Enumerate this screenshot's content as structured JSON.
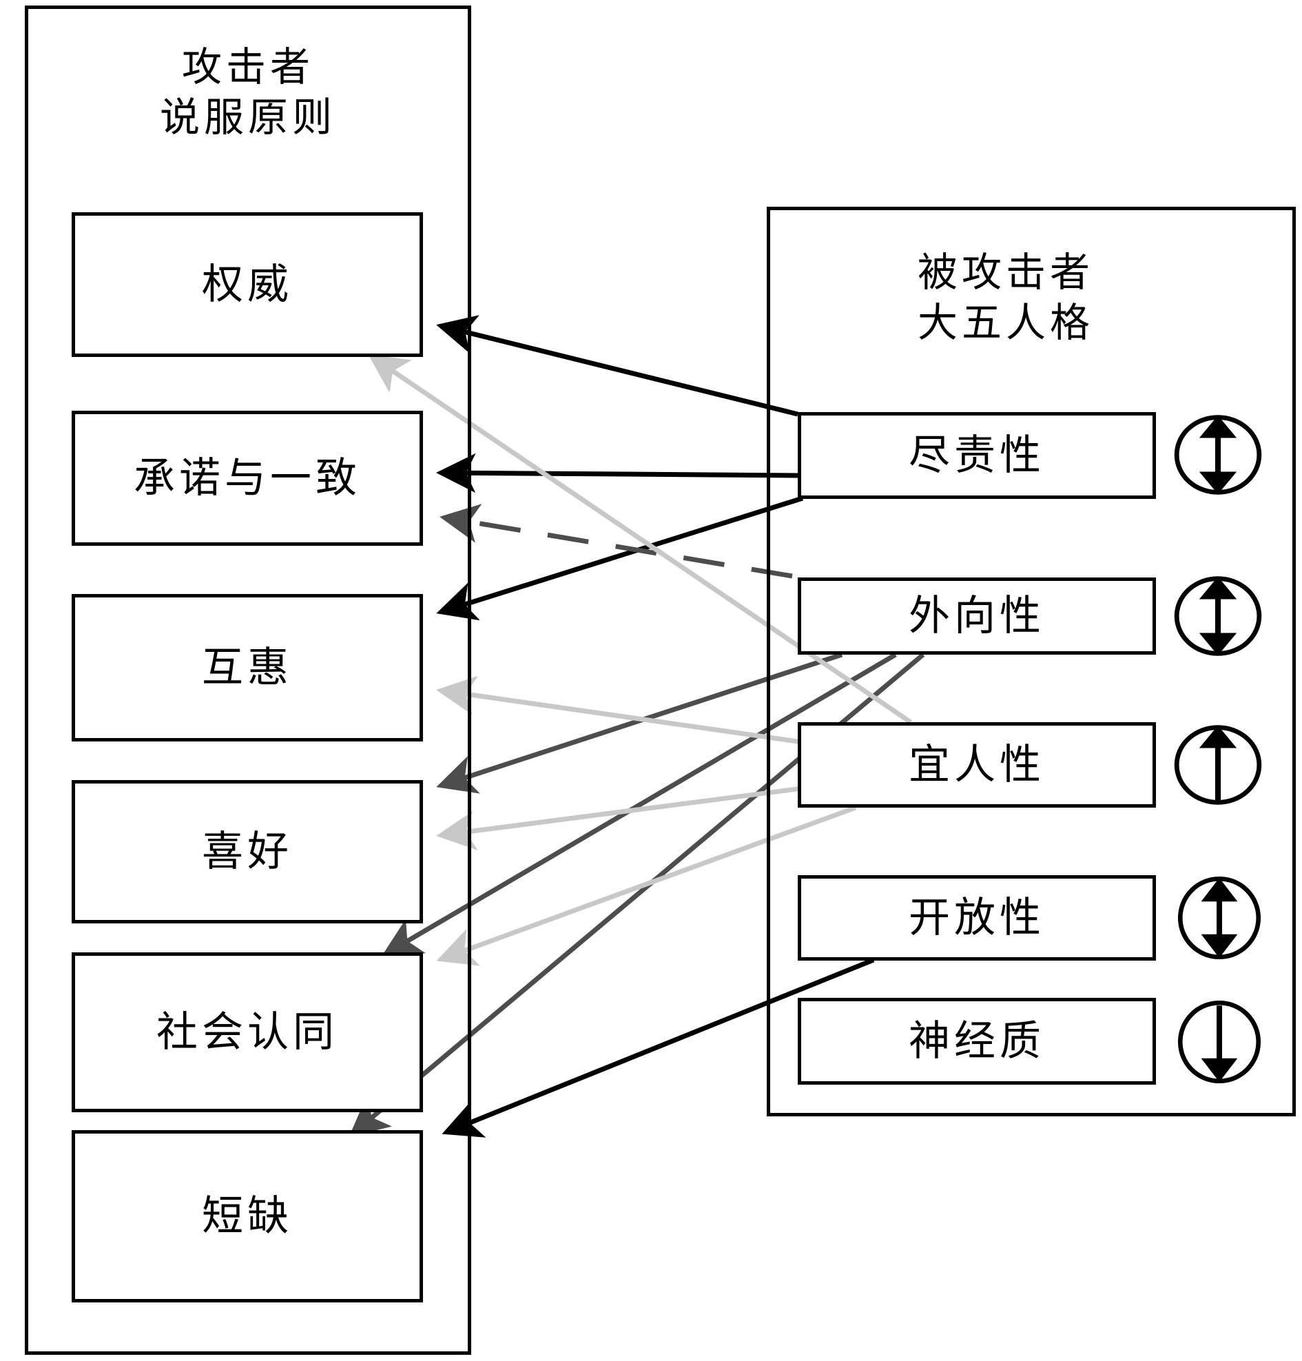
{
  "diagram": {
    "title_hidden": "",
    "left_panel": {
      "title": "攻击者\n说服原则",
      "items": [
        {
          "id": "authority",
          "label": "权威"
        },
        {
          "id": "commitment",
          "label": "承诺与一致"
        },
        {
          "id": "reciprocity",
          "label": "互惠"
        },
        {
          "id": "liking",
          "label": "喜好"
        },
        {
          "id": "social-proof",
          "label": "社会认同"
        },
        {
          "id": "scarcity",
          "label": "短缺"
        }
      ]
    },
    "right_panel": {
      "title": "被攻击者\n大五人格",
      "items": [
        {
          "id": "conscientiousness",
          "label": "尽责性",
          "trend": "up-down",
          "trend_icon": "double-arrow-icon"
        },
        {
          "id": "extraversion",
          "label": "外向性",
          "trend": "up-down",
          "trend_icon": "double-arrow-icon"
        },
        {
          "id": "agreeableness",
          "label": "宜人性",
          "trend": "up",
          "trend_icon": "up-arrow-icon"
        },
        {
          "id": "openness",
          "label": "开放性",
          "trend": "up-down",
          "trend_icon": "double-arrow-icon"
        },
        {
          "id": "neuroticism",
          "label": "神经质",
          "trend": "down",
          "trend_icon": "down-arrow-icon"
        }
      ]
    },
    "colors": {
      "black": "#000000",
      "dark_gray": "#4d4d4d",
      "light_gray": "#c8c8c8",
      "outline": "#000000",
      "background": "#ffffff"
    },
    "connections": [
      {
        "from": "conscientiousness",
        "to": "authority",
        "style": "solid",
        "color": "#000000"
      },
      {
        "from": "conscientiousness",
        "to": "commitment",
        "style": "solid",
        "color": "#000000"
      },
      {
        "from": "conscientiousness",
        "to": "reciprocity",
        "style": "solid",
        "color": "#000000"
      },
      {
        "from": "extraversion",
        "to": "commitment",
        "style": "dashed",
        "color": "#4d4d4d"
      },
      {
        "from": "extraversion",
        "to": "liking",
        "style": "solid",
        "color": "#4d4d4d"
      },
      {
        "from": "extraversion",
        "to": "social-proof",
        "style": "solid",
        "color": "#4d4d4d"
      },
      {
        "from": "extraversion",
        "to": "scarcity",
        "style": "solid",
        "color": "#4d4d4d"
      },
      {
        "from": "agreeableness",
        "to": "authority",
        "style": "solid",
        "color": "#c8c8c8"
      },
      {
        "from": "agreeableness",
        "to": "reciprocity",
        "style": "solid",
        "color": "#c8c8c8"
      },
      {
        "from": "agreeableness",
        "to": "liking",
        "style": "solid",
        "color": "#c8c8c8"
      },
      {
        "from": "agreeableness",
        "to": "social-proof",
        "style": "solid",
        "color": "#c8c8c8"
      },
      {
        "from": "openness",
        "to": "scarcity",
        "style": "solid",
        "color": "#000000"
      }
    ]
  }
}
